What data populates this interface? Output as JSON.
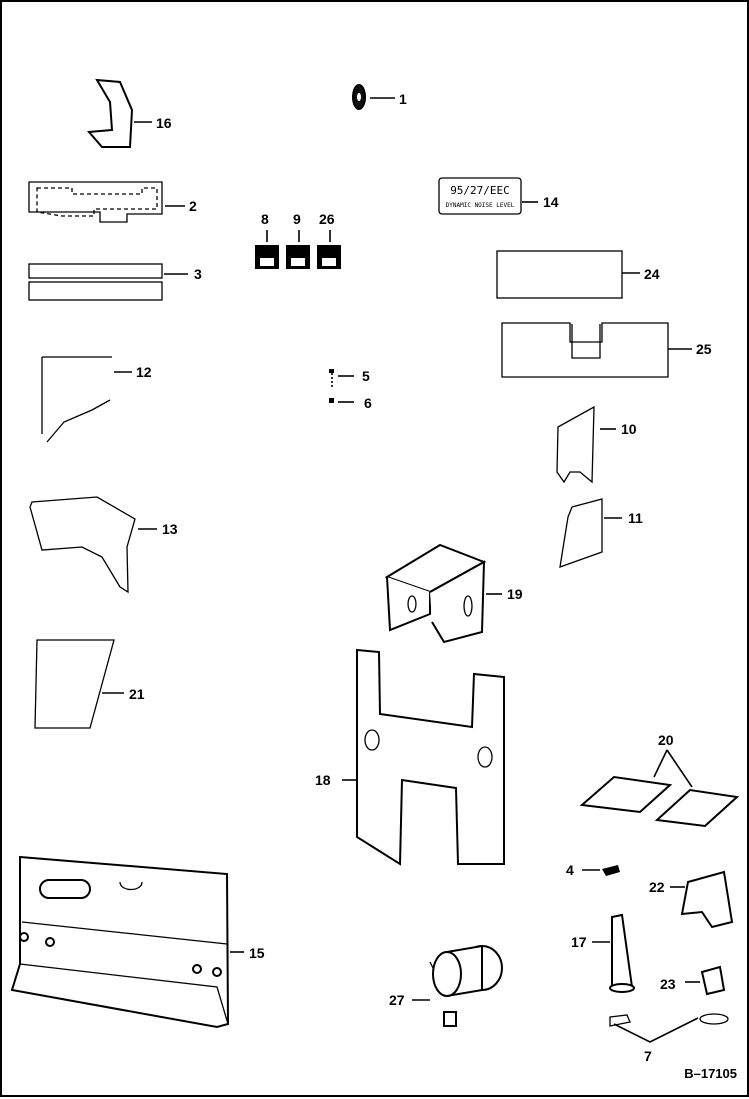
{
  "figure_id": "B–17105",
  "decal": {
    "line1": "95/27/EEC",
    "line2": "DYNAMIC NOISE LEVEL"
  },
  "callouts": {
    "p1": "1",
    "p2": "2",
    "p3": "3",
    "p4": "4",
    "p5": "5",
    "p6": "6",
    "p7": "7",
    "p8": "8",
    "p9": "9",
    "p10": "10",
    "p11": "11",
    "p12": "12",
    "p13": "13",
    "p14": "14",
    "p15": "15",
    "p16": "16",
    "p17": "17",
    "p18": "18",
    "p19": "19",
    "p20": "20",
    "p21": "21",
    "p22": "22",
    "p23": "23",
    "p24": "24",
    "p25": "25",
    "p26": "26",
    "p27": "27"
  }
}
